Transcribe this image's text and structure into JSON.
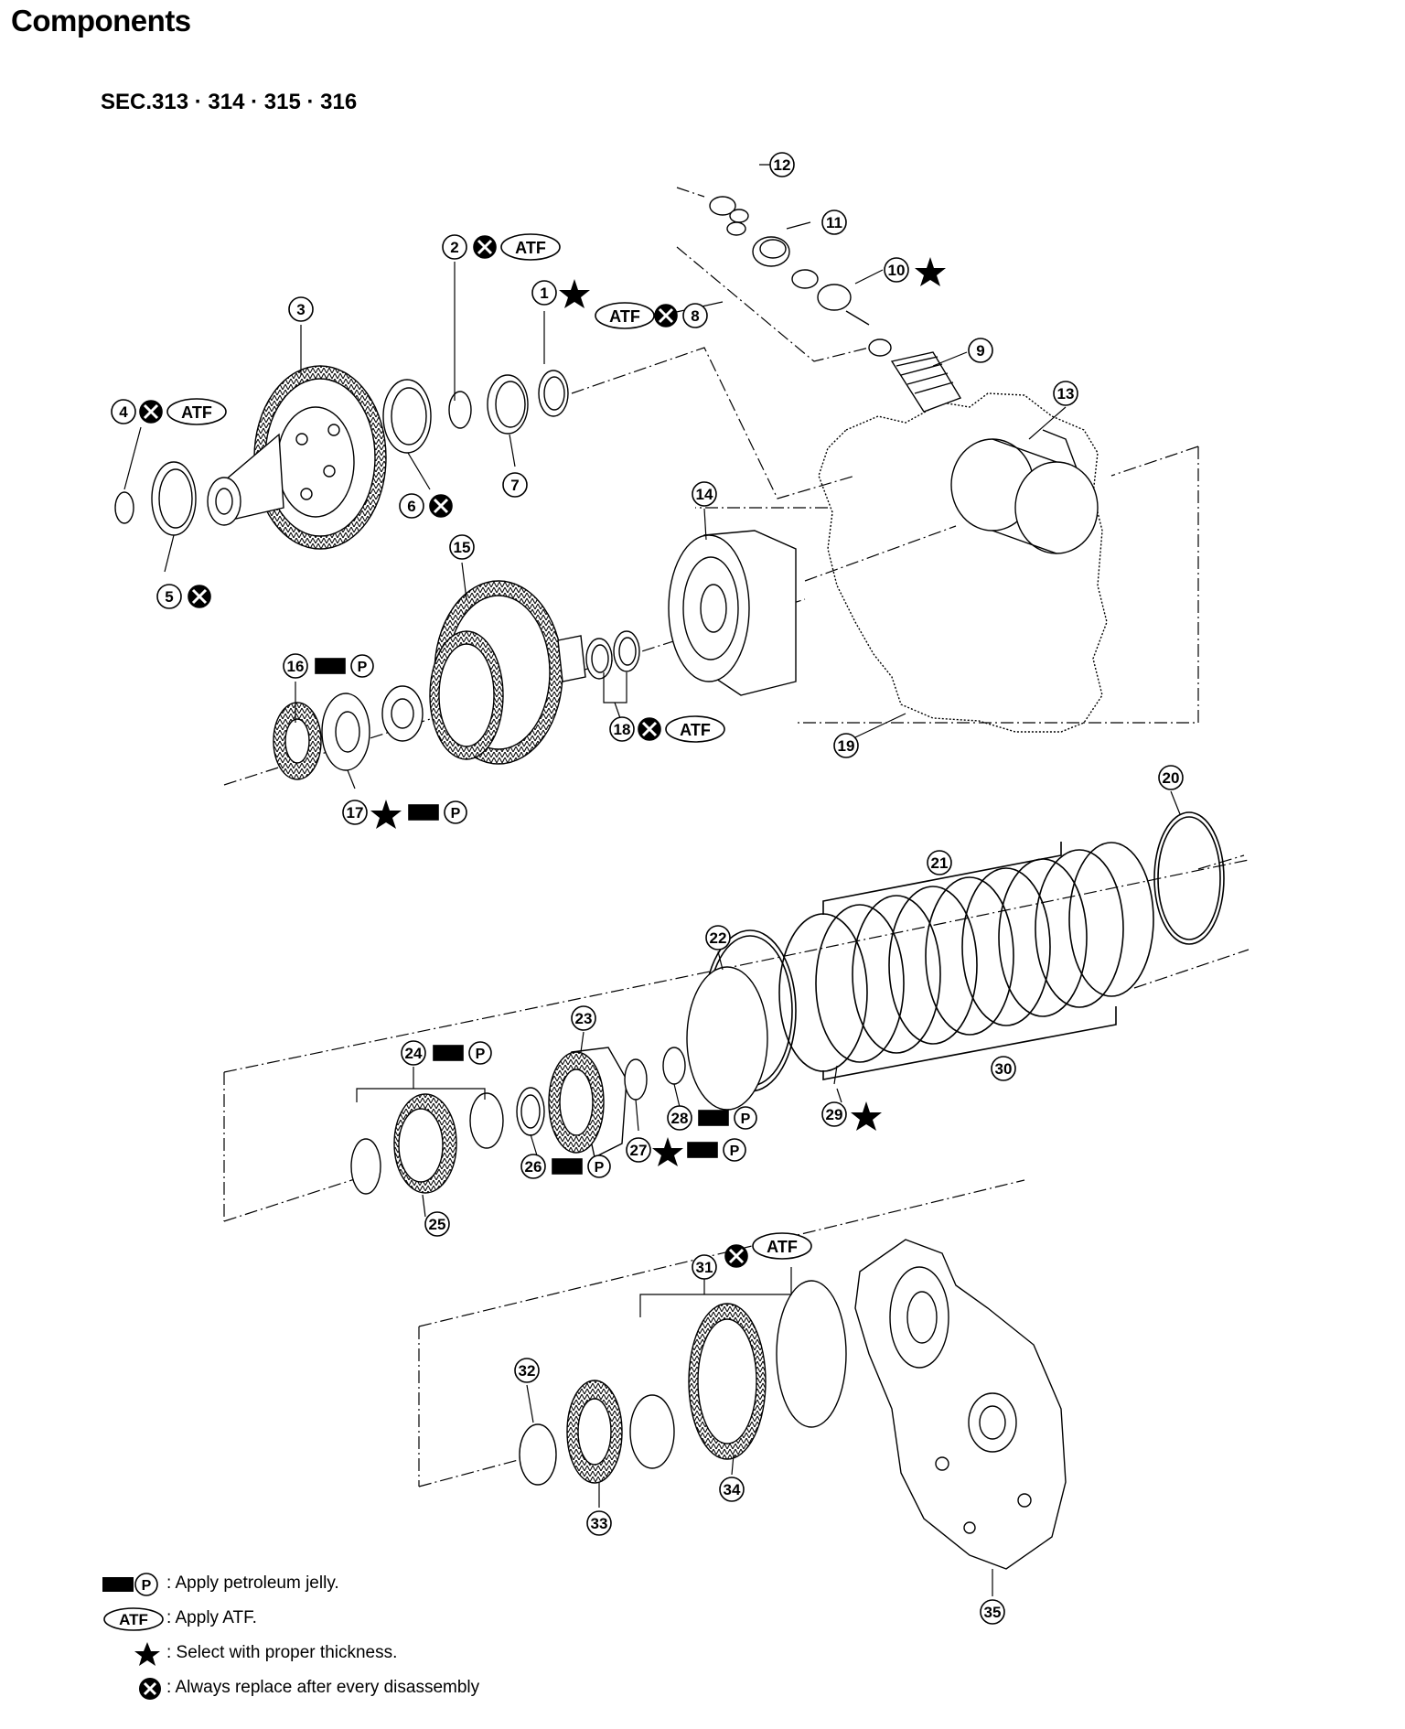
{
  "page": {
    "title": "Components",
    "section": "SEC.313 · 314 · 315 · 316"
  },
  "symbols": {
    "atf": "ATF",
    "petroleum_jelly_letter": "P"
  },
  "callouts": [
    {
      "n": "1",
      "marks": [
        "star"
      ]
    },
    {
      "n": "2",
      "marks": [
        "replace",
        "atf"
      ]
    },
    {
      "n": "3",
      "marks": []
    },
    {
      "n": "4",
      "marks": [
        "replace",
        "atf"
      ]
    },
    {
      "n": "5",
      "marks": [
        "replace"
      ]
    },
    {
      "n": "6",
      "marks": [
        "replace"
      ]
    },
    {
      "n": "7",
      "marks": []
    },
    {
      "n": "8",
      "marks": [
        "atf",
        "replace"
      ]
    },
    {
      "n": "9",
      "marks": []
    },
    {
      "n": "10",
      "marks": [
        "star"
      ]
    },
    {
      "n": "11",
      "marks": []
    },
    {
      "n": "12",
      "marks": []
    },
    {
      "n": "13",
      "marks": []
    },
    {
      "n": "14",
      "marks": []
    },
    {
      "n": "15",
      "marks": []
    },
    {
      "n": "16",
      "marks": [
        "jelly"
      ]
    },
    {
      "n": "17",
      "marks": [
        "star",
        "jelly"
      ]
    },
    {
      "n": "18",
      "marks": [
        "replace",
        "atf"
      ]
    },
    {
      "n": "19",
      "marks": []
    },
    {
      "n": "20",
      "marks": []
    },
    {
      "n": "21",
      "marks": []
    },
    {
      "n": "22",
      "marks": []
    },
    {
      "n": "23",
      "marks": []
    },
    {
      "n": "24",
      "marks": [
        "jelly"
      ]
    },
    {
      "n": "25",
      "marks": []
    },
    {
      "n": "26",
      "marks": [
        "jelly"
      ]
    },
    {
      "n": "27",
      "marks": [
        "star",
        "jelly"
      ]
    },
    {
      "n": "28",
      "marks": [
        "jelly"
      ]
    },
    {
      "n": "29",
      "marks": [
        "star"
      ]
    },
    {
      "n": "30",
      "marks": []
    },
    {
      "n": "31",
      "marks": [
        "replace",
        "atf"
      ]
    },
    {
      "n": "32",
      "marks": []
    },
    {
      "n": "33",
      "marks": []
    },
    {
      "n": "34",
      "marks": []
    },
    {
      "n": "35",
      "marks": []
    }
  ],
  "legend": [
    {
      "symbol": "jelly",
      "text": ": Apply petroleum jelly."
    },
    {
      "symbol": "atf",
      "text": ": Apply ATF."
    },
    {
      "symbol": "star",
      "text": ": Select with proper thickness."
    },
    {
      "symbol": "replace",
      "text": ": Always replace after every disassembly"
    }
  ]
}
